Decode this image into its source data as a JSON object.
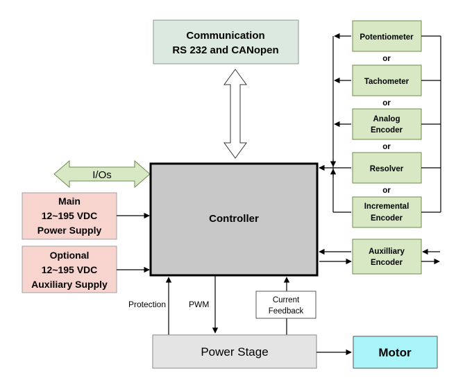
{
  "communication": {
    "line1": "Communication",
    "line2": "RS 232 and CANopen"
  },
  "ios": {
    "label": "I/Os"
  },
  "controller": {
    "label": "Controller"
  },
  "main_supply": {
    "line1": "Main",
    "line2": "12~195 VDC",
    "line3": "Power Supply"
  },
  "optional_supply": {
    "line1": "Optional",
    "line2": "12~195 VDC",
    "line3": "Auxiliary Supply"
  },
  "feedback_devices": [
    {
      "line1": "Potentiometer",
      "line2": ""
    },
    {
      "line1": "Tachometer",
      "line2": ""
    },
    {
      "line1": "Analog",
      "line2": "Encoder"
    },
    {
      "line1": "Resolver",
      "line2": ""
    },
    {
      "line1": "Incremental",
      "line2": "Encoder"
    }
  ],
  "or_label": "or",
  "auxiliary_encoder": {
    "line1": "Auxilliary",
    "line2": "Encoder"
  },
  "signals": {
    "protection": "Protection",
    "pwm": "PWM",
    "current_line1": "Current",
    "current_line2": "Feedback"
  },
  "power_stage": {
    "label": "Power Stage"
  },
  "motor": {
    "label": "Motor"
  },
  "colors": {
    "green_fill": "#d8e8c4",
    "green_stroke": "#6d8a4c",
    "comm_fill": "#dbe9e0",
    "pink_fill": "#f8d4cf",
    "controller_fill": "#c8c8c8",
    "power_fill": "#e4e4e4",
    "motor_fill": "#a8f4f8"
  }
}
